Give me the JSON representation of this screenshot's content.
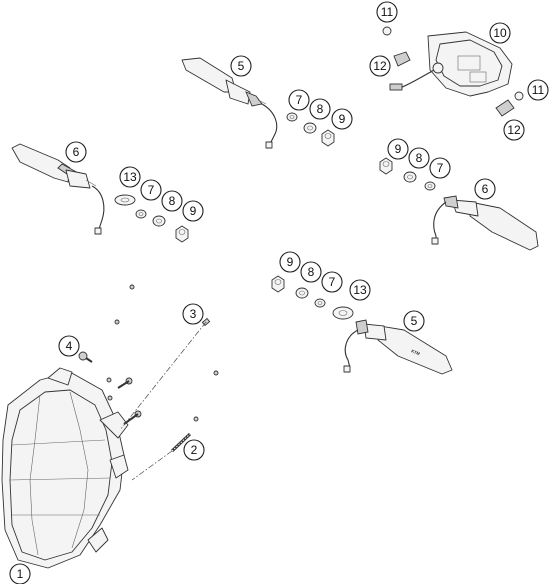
{
  "callouts": [
    {
      "label": "1"
    },
    {
      "label": "2"
    },
    {
      "label": "3"
    },
    {
      "label": "4"
    },
    {
      "label": "5"
    },
    {
      "label": "5"
    },
    {
      "label": "6"
    },
    {
      "label": "6"
    },
    {
      "label": "7"
    },
    {
      "label": "8"
    },
    {
      "label": "9"
    },
    {
      "label": "7"
    },
    {
      "label": "8"
    },
    {
      "label": "9"
    },
    {
      "label": "9"
    },
    {
      "label": "8"
    },
    {
      "label": "7"
    },
    {
      "label": "9"
    },
    {
      "label": "8"
    },
    {
      "label": "7"
    },
    {
      "label": "10"
    },
    {
      "label": "11"
    },
    {
      "label": "11"
    },
    {
      "label": "12"
    },
    {
      "label": "12"
    },
    {
      "label": "13"
    },
    {
      "label": "13"
    }
  ],
  "colors": {
    "line": "#333333",
    "fill": "#f4f4f4",
    "background": "#ffffff"
  }
}
